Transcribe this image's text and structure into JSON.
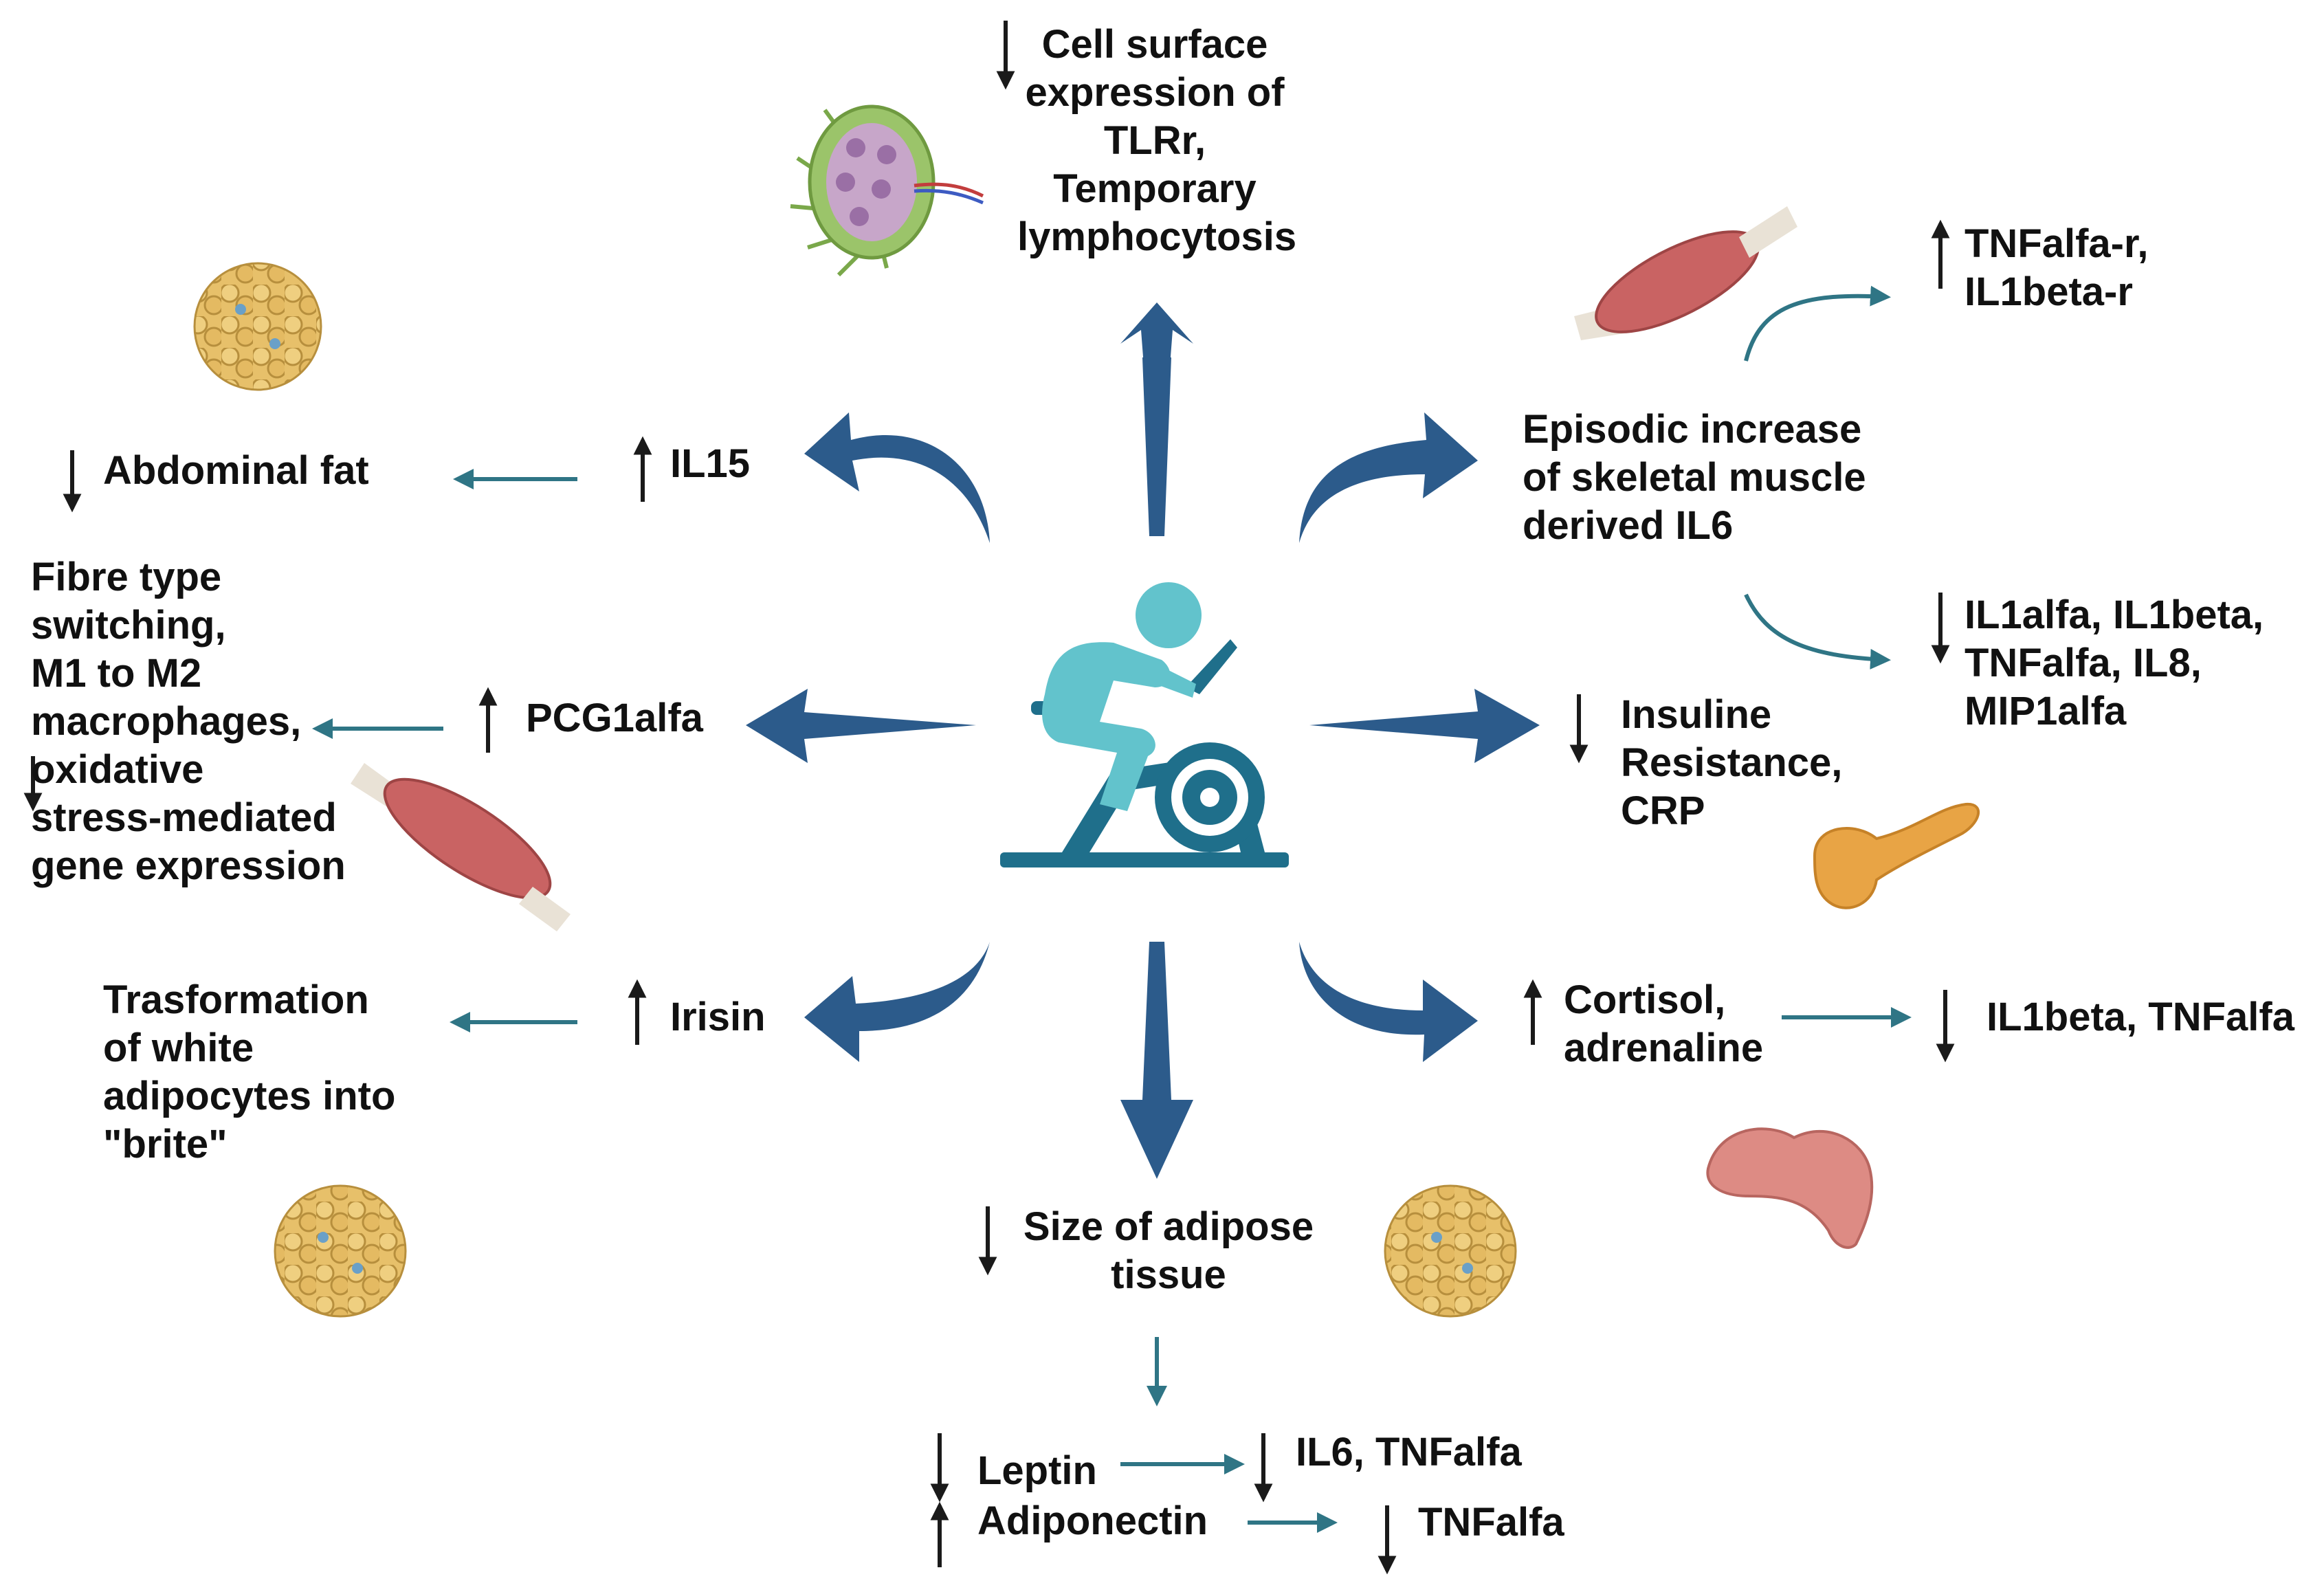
{
  "colors": {
    "big_arrow": "#2c5b8b",
    "thin_arrow": "#2f7585",
    "indicator": "#1a1a1a",
    "cyclist_head": "#62c3cc",
    "bike_frame": "#1f6f8b",
    "muscle": "#c96363",
    "fat": "#e7c06a",
    "pancreas": "#e8a445",
    "gland": "#dd8b84",
    "lymph_node": "#8cbb5a",
    "text": "#111111"
  },
  "nodes": {
    "lymph_effect": "Cell surface\nexpression of\nTLRr,\nTemporary\nlymphocytosis",
    "il15": "IL15",
    "abdominal_fat": "Abdominal fat",
    "pgc1alfa": "PCG1alfa",
    "fibre_switching": "Fibre type\nswitching,\nM1 to M2\nmacrophages,\n oxidative\nstress-mediated\ngene expression",
    "irisin": "Irisin",
    "brite": "Trasformation\nof white\nadipocytes into\n\"brite\"",
    "il6_muscle": "Episodic increase\nof skeletal muscle\nderived IL6",
    "tnf_receptors": "TNFalfa-r,\nIL1beta-r",
    "il1_family": "IL1alfa, IL1beta,\nTNFalfa, IL8,\nMIP1alfa",
    "insulin_resistance": "Insuline\nResistance,\nCRP",
    "cortisol": "Cortisol,\nadrenaline",
    "il1beta_tnf": "IL1beta, TNFalfa",
    "adipose_size": "Size of adipose\ntissue",
    "leptin": "Leptin",
    "adiponectin": "Adiponectin",
    "il6_tnf": "IL6, TNFalfa",
    "tnfalfa": "TNFalfa"
  },
  "indicators": {
    "lymph_effect": "down",
    "il15": "up",
    "abdominal_fat": "down",
    "pgc1alfa": "up",
    "fibre_switching": "down",
    "irisin": "up",
    "tnf_receptors": "up",
    "il1_family": "down",
    "insulin_resistance": "down",
    "cortisol": "up",
    "il1beta_tnf": "down",
    "adipose_size": "down",
    "leptin": "down",
    "adiponectin": "up",
    "il6_tnf": "down",
    "tnfalfa": "down"
  },
  "icons": [
    "cyclist-icon",
    "lymph-node-icon",
    "adipose-tissue-icon",
    "skeletal-muscle-icon",
    "pancreas-icon",
    "adrenal-gland-icon"
  ]
}
